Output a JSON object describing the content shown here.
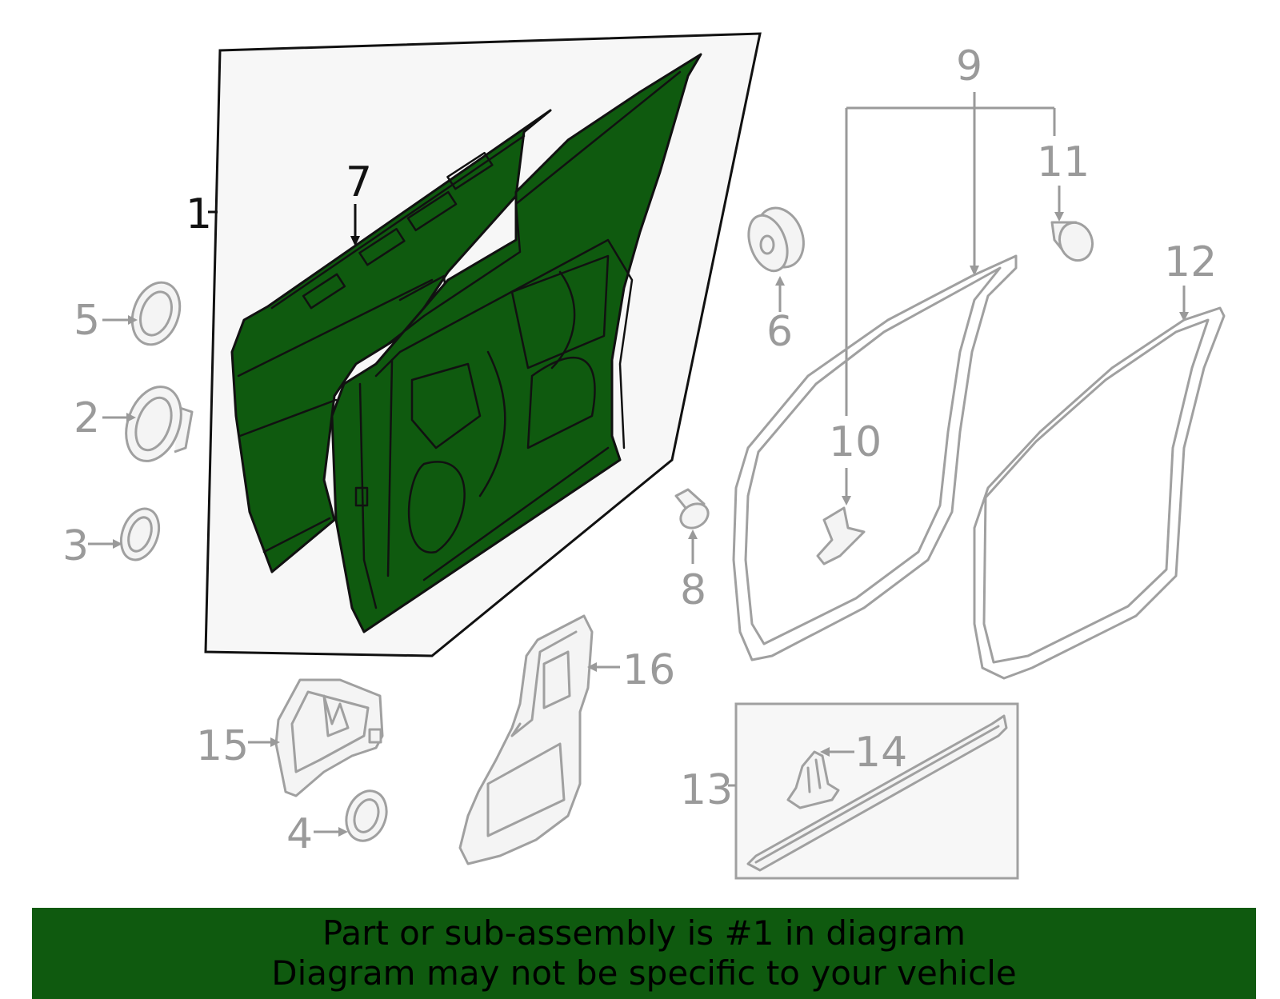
{
  "callouts": {
    "c1": "1",
    "c2": "2",
    "c3": "3",
    "c4": "4",
    "c5": "5",
    "c6": "6",
    "c7": "7",
    "c8": "8",
    "c9": "9",
    "c10": "10",
    "c11": "11",
    "c12": "12",
    "c13": "13",
    "c14": "14",
    "c15": "15",
    "c16": "16"
  },
  "colors": {
    "highlight": "#0f5a0f",
    "callout_gray": "#9a9a9a",
    "panel_bg": "#f7f7f7"
  },
  "banner": {
    "line1": "Part or sub-assembly is #1 in diagram",
    "line2": "Diagram may not be specific to your vehicle"
  }
}
